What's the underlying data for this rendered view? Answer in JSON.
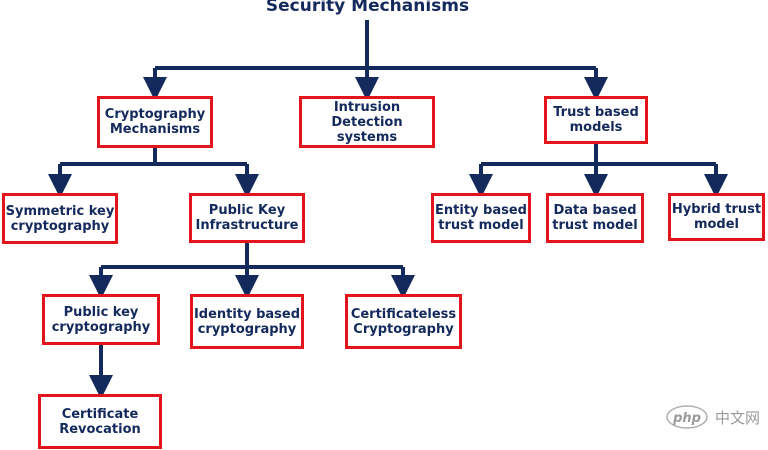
{
  "title": "Security Mechanisms",
  "colors": {
    "line": "#142a5c",
    "box_border": "#e3141b",
    "text": "#142a5c"
  },
  "nodes": {
    "crypto": "Cryptography\nMechanisms",
    "ids": "Intrusion\nDetection\nsystems",
    "trust": "Trust based\nmodels",
    "symmetric": "Symmetric key\ncryptography",
    "pki": "Public Key\nInfrastructure",
    "entity": "Entity based\ntrust model",
    "data": "Data based\ntrust model",
    "hybrid": "Hybrid trust\nmodel",
    "pubkey": "Public key\ncryptography",
    "identity": "Identity based\ncryptography",
    "certless": "Certificateless\nCryptography",
    "revocation": "Certificate\nRevocation"
  },
  "watermark": {
    "logo": "php",
    "text": "中文网"
  }
}
